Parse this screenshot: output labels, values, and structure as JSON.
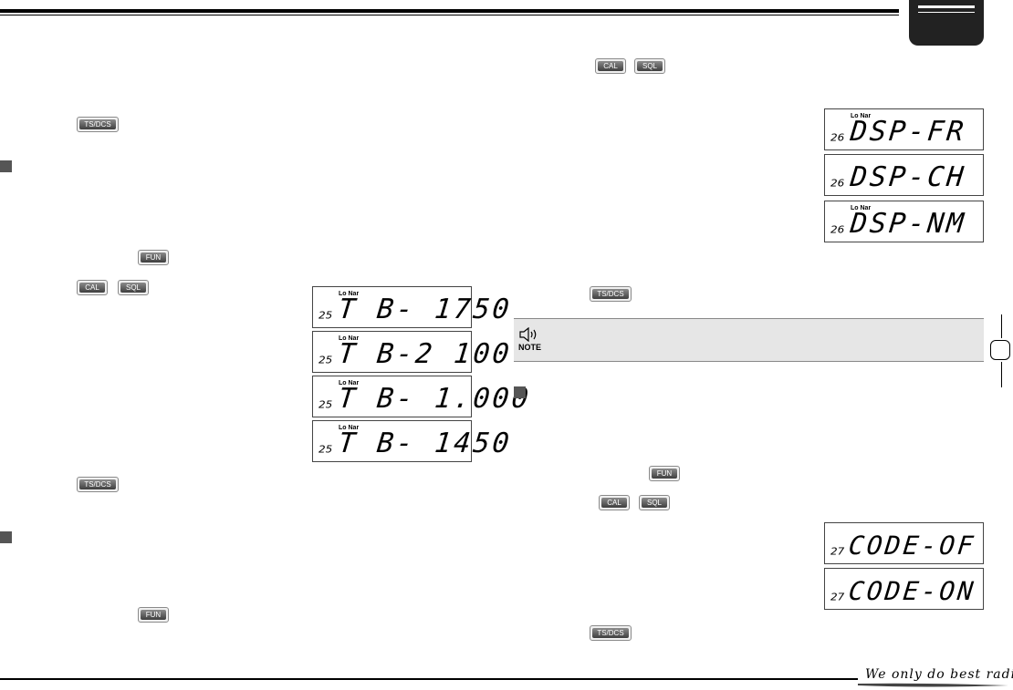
{
  "footer": {
    "slogan": "We only do best radio!"
  },
  "keys": {
    "ts_dcs": "TS/DCS",
    "fun": "FUN",
    "cal": "CAL",
    "sql": "SQL"
  },
  "lcd_common": {
    "lo_nar": "Lo Nar"
  },
  "left_column": {
    "tone_burst_displays": [
      {
        "channel": "25",
        "text": "T B- 1750",
        "lo_nar_shown": true
      },
      {
        "channel": "25",
        "text": "T B-2 100",
        "lo_nar_shown": true
      },
      {
        "channel": "25",
        "text": "T B- 1.000",
        "lo_nar_shown": true
      },
      {
        "channel": "25",
        "text": "T B- 1450",
        "lo_nar_shown": true
      }
    ]
  },
  "right_column": {
    "display_mode_displays": [
      {
        "channel": "26",
        "text": "DSP-FR",
        "lo_nar_shown": true
      },
      {
        "channel": "26",
        "text": "DSP-CH",
        "lo_nar_shown": false
      },
      {
        "channel": "26",
        "text": "DSP-NM",
        "lo_nar_shown": true
      }
    ],
    "note": {
      "label": "NOTE",
      "icon": "speaker-icon"
    },
    "code_displays": [
      {
        "channel": "27",
        "text": "CODE-OF"
      },
      {
        "channel": "27",
        "text": "CODE-ON"
      }
    ]
  }
}
